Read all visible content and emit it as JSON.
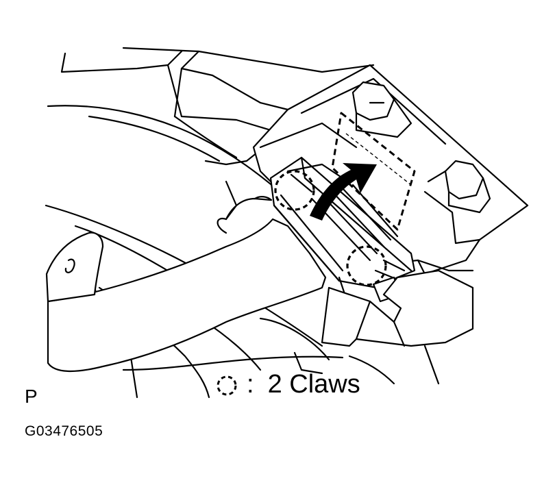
{
  "legend": {
    "separator": ":",
    "label": "2 Claws"
  },
  "view_label": "P",
  "figure_code": "G03476505"
}
